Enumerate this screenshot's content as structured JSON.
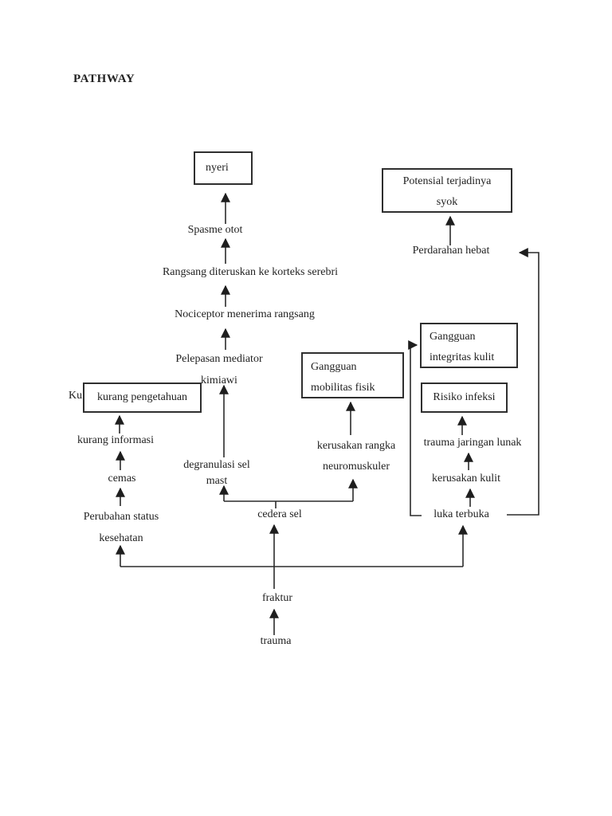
{
  "page": {
    "title": "PATHWAY"
  },
  "colors": {
    "background": "#ffffff",
    "ink": "#222222",
    "line": "#2b2b2b",
    "box_border": "#2f2f2f"
  },
  "nodes": {
    "nyeri": {
      "label": "nyeri"
    },
    "potensial_syok": {
      "line1": "Potensial terjadinya",
      "line2": "syok"
    },
    "gangguan_integritas": {
      "line1": "Gangguan",
      "line2": "integritas kulit"
    },
    "gangguan_mobilitas": {
      "line1": "Gangguan",
      "line2": "mobilitas fisik"
    },
    "risiko_infeksi": {
      "label": "Risiko infeksi"
    },
    "kurang_pengetahuan": {
      "label": "kurang pengetahuan"
    },
    "ku_fragment": {
      "label": "Ku"
    },
    "spasme_otot": {
      "label": "Spasme otot"
    },
    "rangsang_korteks": {
      "label": "Rangsang diteruskan ke korteks serebri"
    },
    "nociceptor": {
      "label": "Nociceptor menerima rangsang"
    },
    "pelepasan_mediator": {
      "line1": "Pelepasan mediator",
      "line2": "kimiawi"
    },
    "kurang_informasi": {
      "label": "kurang informasi"
    },
    "cemas": {
      "label": "cemas"
    },
    "perubahan_status": {
      "line1": "Perubahan status",
      "line2": "kesehatan"
    },
    "degranulasi_sel_mast": {
      "line1": "degranulasi sel",
      "line2": "mast"
    },
    "cedera_sel": {
      "label": "cedera sel"
    },
    "kerusakan_rangka": {
      "line1": "kerusakan rangka",
      "line2": "neuromuskuler"
    },
    "trauma_jaringan_lunak": {
      "label": "trauma jaringan lunak"
    },
    "kerusakan_kulit": {
      "label": "kerusakan kulit"
    },
    "luka_terbuka": {
      "label": "luka terbuka"
    },
    "perdarahan_hebat": {
      "label": "Perdarahan hebat"
    },
    "fraktur": {
      "label": "fraktur"
    },
    "trauma": {
      "label": "trauma"
    }
  }
}
